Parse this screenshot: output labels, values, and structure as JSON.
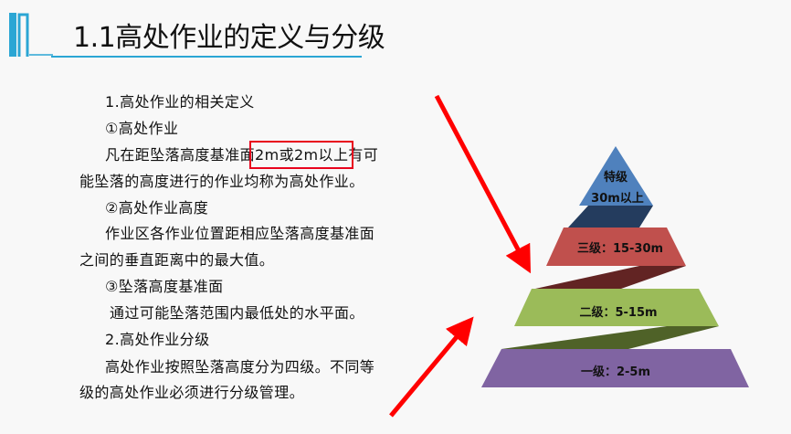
{
  "title": "1.1高处作业的定义与分级",
  "body": {
    "lines": [
      "1.高处作业的相关定义",
      "①高处作业",
      "凡在距坠落高度基准面",
      "2m或2m以上",
      "有可",
      "能坠落的高度进行的作业均称为高处作业。",
      "②高处作业高度",
      "作业区各作业位置距相应坠落高度基准面",
      "之间的垂直距离中的最大值。",
      "③坠落高度基准面",
      "通过可能坠落范围内最低处的水平面。",
      "2.高处作业分级",
      "高处作业按照坠落高度分为四级。不同等",
      "级的高处作业必须进行分级管理。"
    ]
  },
  "pyramid": {
    "levels": [
      {
        "label_1": "特级",
        "label_2": "30m以上",
        "color": "#4f81bd",
        "band": "#243c5e"
      },
      {
        "label": "三级：15-30m",
        "color": "#c0504d",
        "band": "#622423"
      },
      {
        "label": "二级：5-15m",
        "color": "#9bbb59",
        "band": "#4f6228"
      },
      {
        "label": "一级：2-5m",
        "color": "#8064a2"
      }
    ]
  },
  "colors": {
    "accent": "#2ba6d4",
    "highlight": "#e8001c",
    "arrow": "#ff0000"
  }
}
